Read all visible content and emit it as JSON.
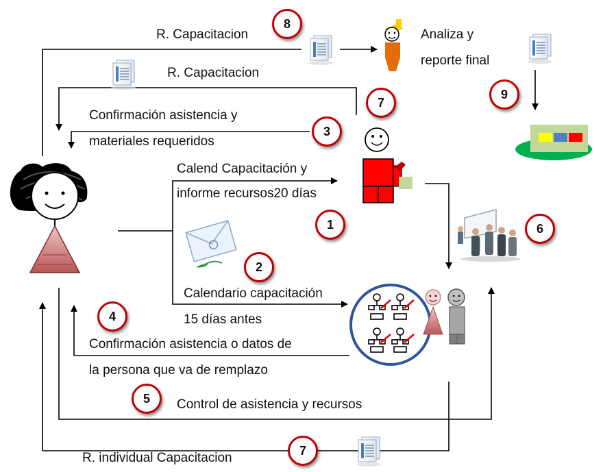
{
  "labels": {
    "r_capacitacion_top": "R. Capacitacion",
    "analiza_line1": "Analiza y",
    "analiza_line2": "reporte final",
    "r_capacitacion_2": "R. Capacitacion",
    "confirmacion_line1": "Confirmación asistencia y",
    "confirmacion_line2": "materiales requeridos",
    "calend_line1": "Calend Capacitación y",
    "calend_line2": "informe recursos20 días",
    "calendario_line1": "Calendario capacitación",
    "calendario_line2": "15 días antes",
    "confirm_reemplazo_line1": "Confirmación asistencia o datos de",
    "confirm_reemplazo_line2": "la persona que va de remplazo",
    "control": "Control de asistencia y recursos",
    "r_individual": "R. individual Capacitacion"
  },
  "steps": {
    "s8": "8",
    "s9": "9",
    "s7a": "7",
    "s3": "3",
    "s1": "1",
    "s6": "6",
    "s2": "2",
    "s4": "4",
    "s5": "5",
    "s7b": "7"
  },
  "icons": [
    "document-icon",
    "woman-actor-icon",
    "man-actor-icon",
    "analyst-actor-icon",
    "envelope-icon",
    "presentation-icon",
    "team-group-icon",
    "report-board-icon"
  ],
  "colors": {
    "badge_border": "#c00000",
    "group_circle": "#2f5597",
    "line": "#000000"
  }
}
